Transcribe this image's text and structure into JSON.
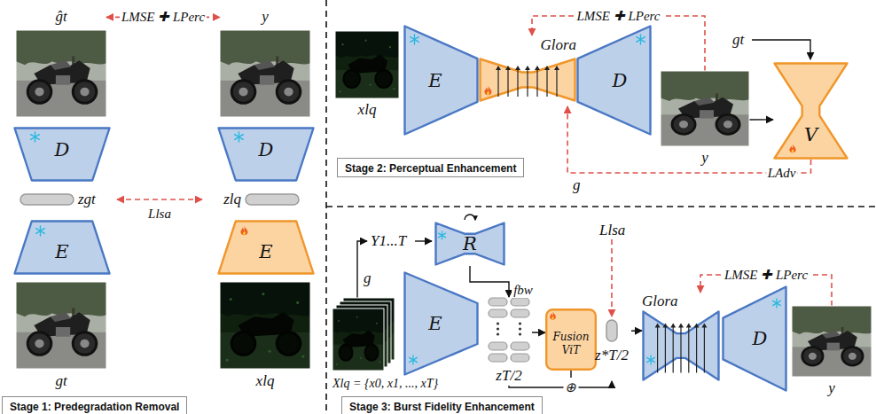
{
  "diagram": {
    "nodes": [
      {
        "text": [
          "ĝt"
        ]
      },
      {
        "text": [
          "y"
        ]
      },
      {
        "text": [
          "D"
        ]
      },
      {
        "text": [
          "D"
        ]
      },
      {
        "text": [
          "zgt"
        ]
      },
      {
        "text": [
          "zlq"
        ]
      },
      {
        "text": [
          "E"
        ]
      },
      {
        "text": [
          "E"
        ]
      },
      {
        "text": [
          "gt"
        ]
      },
      {
        "text": [
          "xlq"
        ]
      },
      {
        "text": [
          "Stage 1: Predegradation Removal"
        ]
      },
      {
        "text": [
          "xlq"
        ]
      },
      {
        "text": [
          "E"
        ]
      },
      {
        "text": [
          "Glora"
        ]
      },
      {
        "text": [
          "D"
        ]
      },
      {
        "text": [
          "y"
        ]
      },
      {
        "text": [
          "V"
        ]
      },
      {
        "text": [
          "Stage 2: Perceptual Enhancement"
        ]
      },
      {
        "text": [
          "R"
        ]
      },
      {
        "text": [
          "Xlq = {x0, x1, ..., xT}"
        ]
      },
      {
        "text": [
          "E"
        ]
      },
      {
        "text": [
          "zT/2"
        ]
      },
      {
        "text": [
          "Fusion ViT"
        ]
      },
      {
        "text": [
          "z*T/2"
        ]
      },
      {
        "text": [
          "Glora"
        ]
      },
      {
        "text": [
          "D"
        ]
      },
      {
        "text": [
          "y"
        ]
      },
      {
        "text": [
          "Stage 3: Burst Fidelity Enhancement"
        ]
      }
    ],
    "edges": [
      {
        "from": 0,
        "to": 1,
        "label": "LMSE ✚ LPerc",
        "arrow": "both"
      },
      {
        "from": 4,
        "to": 5,
        "label": "Llsa",
        "arrow": "both"
      },
      {
        "from": 15,
        "to": 13,
        "label": "LMSE ✚ LPerc",
        "arrow": "to"
      },
      {
        "from": 15,
        "to": 16,
        "arrow": "to"
      },
      {
        "from": 16,
        "to": 13,
        "label": "LAdv",
        "arrow": "to"
      },
      {
        "from": 18,
        "to": 21,
        "label": "fbw",
        "arrow": "to"
      },
      {
        "from": 21,
        "to": 22,
        "arrow": "to"
      },
      {
        "from": 21,
        "to": 23,
        "label": "⊕",
        "arrow": "to"
      },
      {
        "from": 23,
        "to": 24,
        "arrow": "to"
      },
      {
        "from": 26,
        "to": 24,
        "label": "LMSE ✚ LPerc",
        "arrow": "to"
      }
    ],
    "labels": [
      "gt",
      "g",
      "Y1...T",
      "g",
      "Llsa"
    ]
  }
}
